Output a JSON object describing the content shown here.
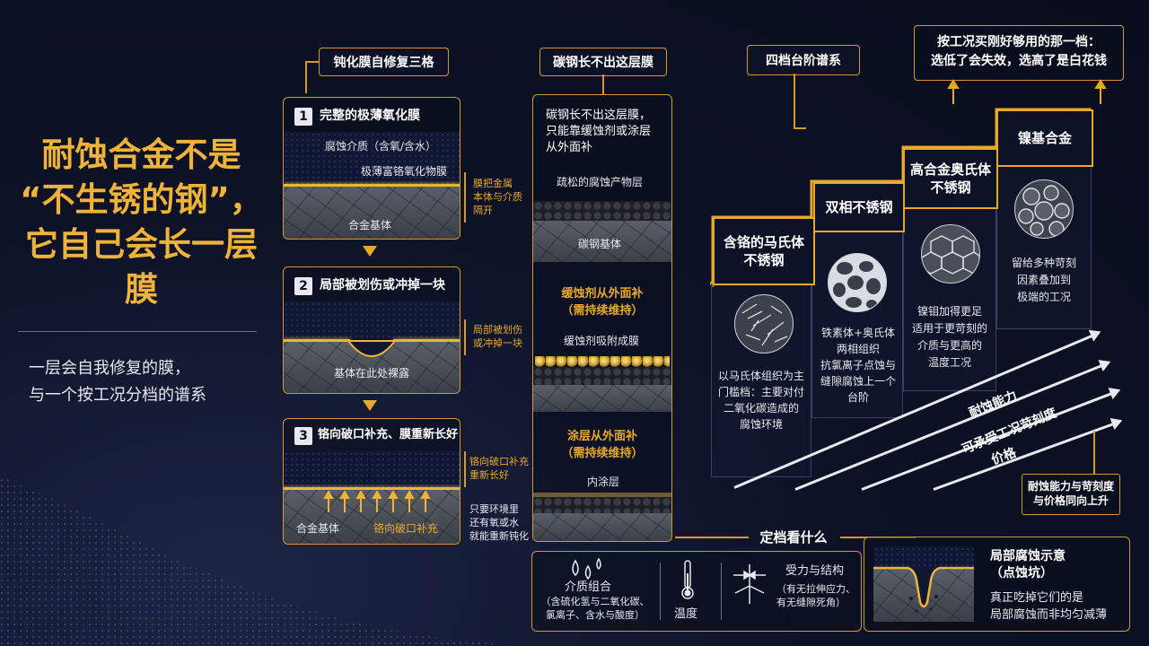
{
  "title": {
    "line1": "耐蚀合金不是",
    "line2": "“不生锈的钢”，",
    "line3": "它自己会长一层膜"
  },
  "subtitle": {
    "line1": "一层会自我修复的膜，",
    "line2": "与一个按工况分档的谱系"
  },
  "healing": {
    "tag": "钝化膜自修复三格",
    "step1": {
      "num": "1",
      "title": "完整的极薄氧化膜",
      "medium": "腐蚀介质（含氧/含水）",
      "film": "极薄富铬氧化物膜",
      "base": "合金基体",
      "side": [
        "膜把金属",
        "本体与介质",
        "隔开"
      ]
    },
    "step2": {
      "num": "2",
      "title": "局部被划伤或冲掉一块",
      "base": "基体在此处裸露",
      "side": [
        "局部被划伤",
        "或冲掉一块"
      ]
    },
    "step3": {
      "num": "3",
      "title": "铬向破口补充、膜重新长好",
      "base": "合金基体",
      "cr": "铬向破口补充",
      "side": [
        "铬向破口补充",
        "重新长好"
      ],
      "side2": [
        "只要环境里",
        "还有氧或水",
        "就能重新钝化"
      ]
    }
  },
  "carbon": {
    "tag": "碳钢长不出这层膜",
    "intro": [
      "碳钢长不出这层膜，",
      "只能靠缓蚀剂或涂层",
      "从外面补"
    ],
    "rust": "疏松的腐蚀产物层",
    "base": "碳钢基体",
    "inhibitor_title": [
      "缓蚀剂从外面补",
      "（需持续维持）"
    ],
    "inhibitor_label": "缓蚀剂吸附成膜",
    "coating_title": [
      "涂层从外面补",
      "（需持续维持）"
    ],
    "coating_label": "内涂层"
  },
  "spectrum": {
    "tag": "四档台阶谱系",
    "callout": [
      "按工况买刚好够用的那一档：",
      "选低了会失效，选高了是白花钱"
    ],
    "grades": [
      {
        "name": [
          "含铬的马氏体",
          "不锈钢"
        ],
        "desc": [
          "以马氏体组织为主",
          "门槛档：主要对付",
          "二氧化碳造成的",
          "腐蚀环境"
        ]
      },
      {
        "name": [
          "双相不锈钢"
        ],
        "desc": [
          "铁素体+奥氏体",
          "两相组织",
          "抗氯离子点蚀与",
          "缝隙腐蚀上一个",
          "台阶"
        ]
      },
      {
        "name": [
          "高合金奥氏体",
          "不锈钢"
        ],
        "desc": [
          "镍钼加得更足",
          "适用于更苛刻的",
          "介质与更高的",
          "温度工况"
        ]
      },
      {
        "name": [
          "镍基合金"
        ],
        "desc": [
          "留给多种苛刻",
          "因素叠加到",
          "极端的工况"
        ]
      }
    ],
    "axes": [
      "耐蚀能力",
      "可承受工况苛刻度",
      "价格"
    ],
    "note": [
      "耐蚀能力与苛刻度",
      "与价格同向上升"
    ]
  },
  "criteria": {
    "tag": "定档看什么",
    "items": [
      {
        "label": "介质组合",
        "detail": [
          "（含硫化氢与二氧化碳、",
          "氯离子、含水与酸度）"
        ]
      },
      {
        "label": "温度",
        "detail": []
      },
      {
        "label": "受力与结构",
        "detail": [
          "（有无拉伸应力、",
          "有无缝隙死角）"
        ]
      }
    ],
    "pit": {
      "title": [
        "局部腐蚀示意",
        "（点蚀坑）"
      ],
      "desc": [
        "真正吃掉它们的是",
        "局部腐蚀而非均匀减薄"
      ]
    }
  },
  "colors": {
    "accent": "#e7a92c",
    "background": "#0d1226"
  }
}
